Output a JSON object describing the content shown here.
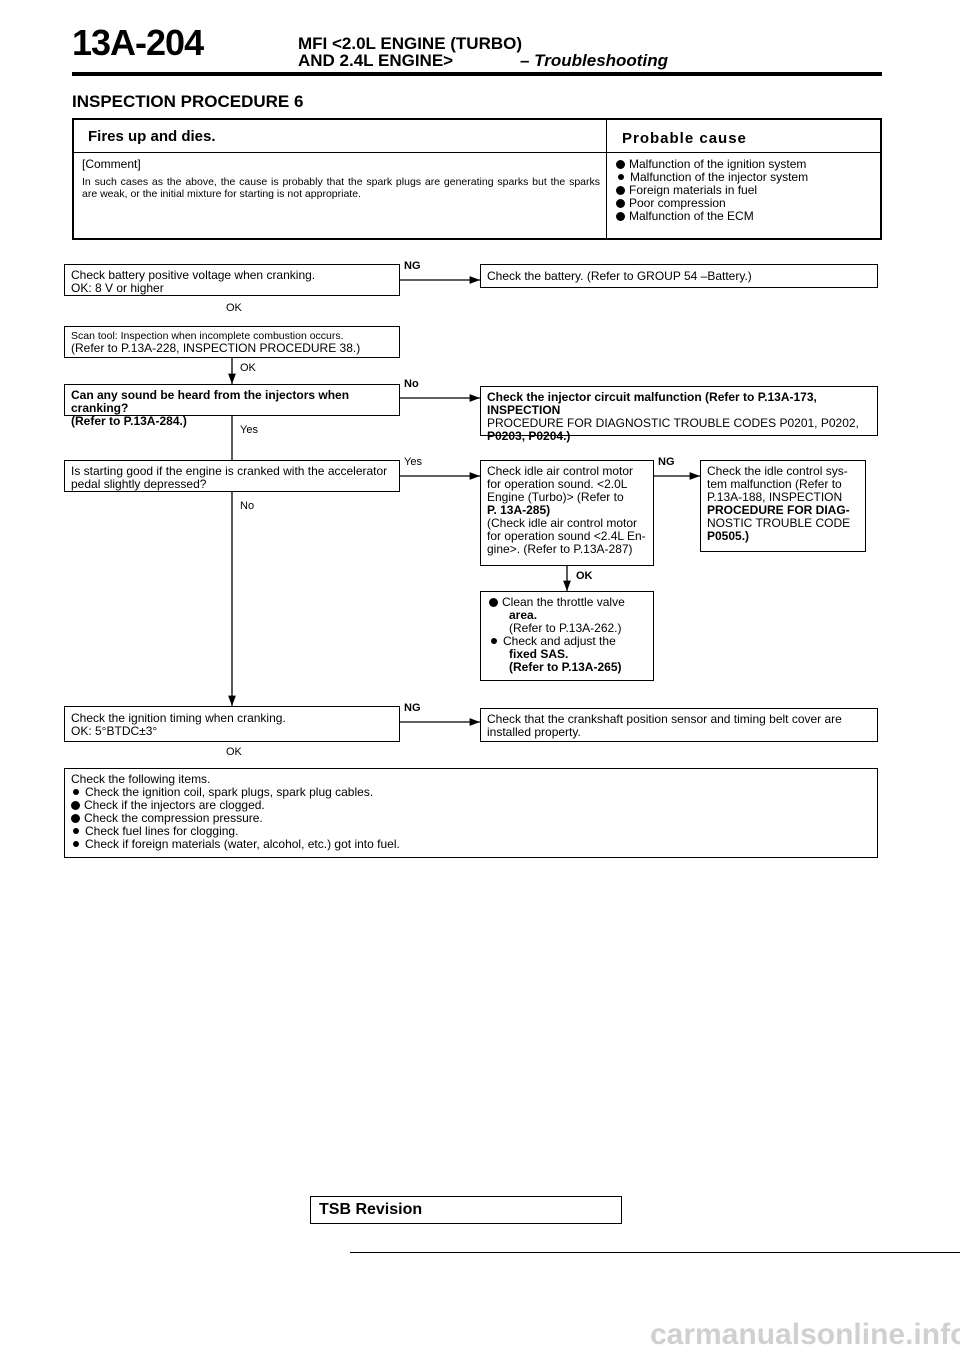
{
  "header": {
    "page_number": "13A-204",
    "title_line1": "MFI <2.0L ENGINE (TURBO)",
    "title_line2": "AND 2.4L ENGINE>",
    "section": "– Troubleshooting"
  },
  "procedure": {
    "title": "INSPECTION PROCEDURE 6",
    "symptom": "Fires up and dies.",
    "probable_cause_heading": "Probable cause",
    "comment_label": "[Comment]",
    "comment_text": "In such cases as the above, the cause is probably that the spark plugs are generating sparks but the sparks are weak, or the initial mixture for starting is not appropriate.",
    "causes": [
      "Malfunction of the ignition system",
      "Malfunction of the injector system",
      "Foreign materials in fuel",
      "Poor compression",
      "Malfunction of the ECM"
    ]
  },
  "flow": {
    "step1": {
      "line1": "Check battery positive voltage when cranking.",
      "line2": "OK: 8 V or higher"
    },
    "step1_ng": "Check the battery. (Refer to GROUP 54 –Battery.)",
    "step2": {
      "line1": "Scan tool: Inspection when incomplete combustion occurs.",
      "line2": "(Refer to P.13A-228, INSPECTION PROCEDURE 38.)"
    },
    "step3": {
      "line1": "Can any sound be heard from the injectors when cranking?",
      "line2": "(Refer to P.13A-284.)"
    },
    "step3_no": {
      "line1": "Check the injector circuit malfunction (Refer to P.13A-173, INSPECTION",
      "line2": "PROCEDURE FOR DIAGNOSTIC TROUBLE CODES P0201, P0202,",
      "line3": "P0203, P0204.)"
    },
    "step4": {
      "line1": "Is starting good if the engine is cranked with the accelerator",
      "line2": "pedal slightly depressed?"
    },
    "step4_yes": [
      "Check idle air control motor",
      "for operation sound. <2.0L",
      "Engine (Turbo)> (Refer to",
      "P. 13A-285)",
      "(Check idle air control motor",
      "for operation sound <2.4L En-",
      "gine>. (Refer to P.13A-287)"
    ],
    "iac_ng": [
      "Check the idle control sys-",
      "tem malfunction (Refer to",
      "P.13A-188, INSPECTION",
      "PROCEDURE FOR DIAG-",
      "NOSTIC TROUBLE CODE",
      "P0505.)"
    ],
    "throttle": [
      "Clean the throttle valve",
      "area.",
      "(Refer to P.13A-262.)",
      "Check and adjust the",
      "fixed SAS.",
      "(Refer to P.13A-265)"
    ],
    "step5": {
      "line1": "Check the ignition timing when cranking.",
      "line2": "OK: 5°BTDC±3°"
    },
    "step5_ng": {
      "line1": "Check that the crankshaft position sensor and timing belt cover are",
      "line2": "installed property."
    },
    "final": {
      "heading": "Check the following items.",
      "items": [
        "Check the ignition coil, spark plugs, spark plug cables.",
        "Check if the injectors are clogged.",
        "Check the compression pressure.",
        "Check fuel lines for clogging.",
        "Check if foreign materials (water, alcohol, etc.) got into fuel."
      ]
    },
    "labels": {
      "ok": "OK",
      "ng": "NG",
      "no": "No",
      "yes": "Yes"
    }
  },
  "footer": {
    "tsb": "TSB Revision",
    "watermark": "carmanualsonline.info"
  }
}
